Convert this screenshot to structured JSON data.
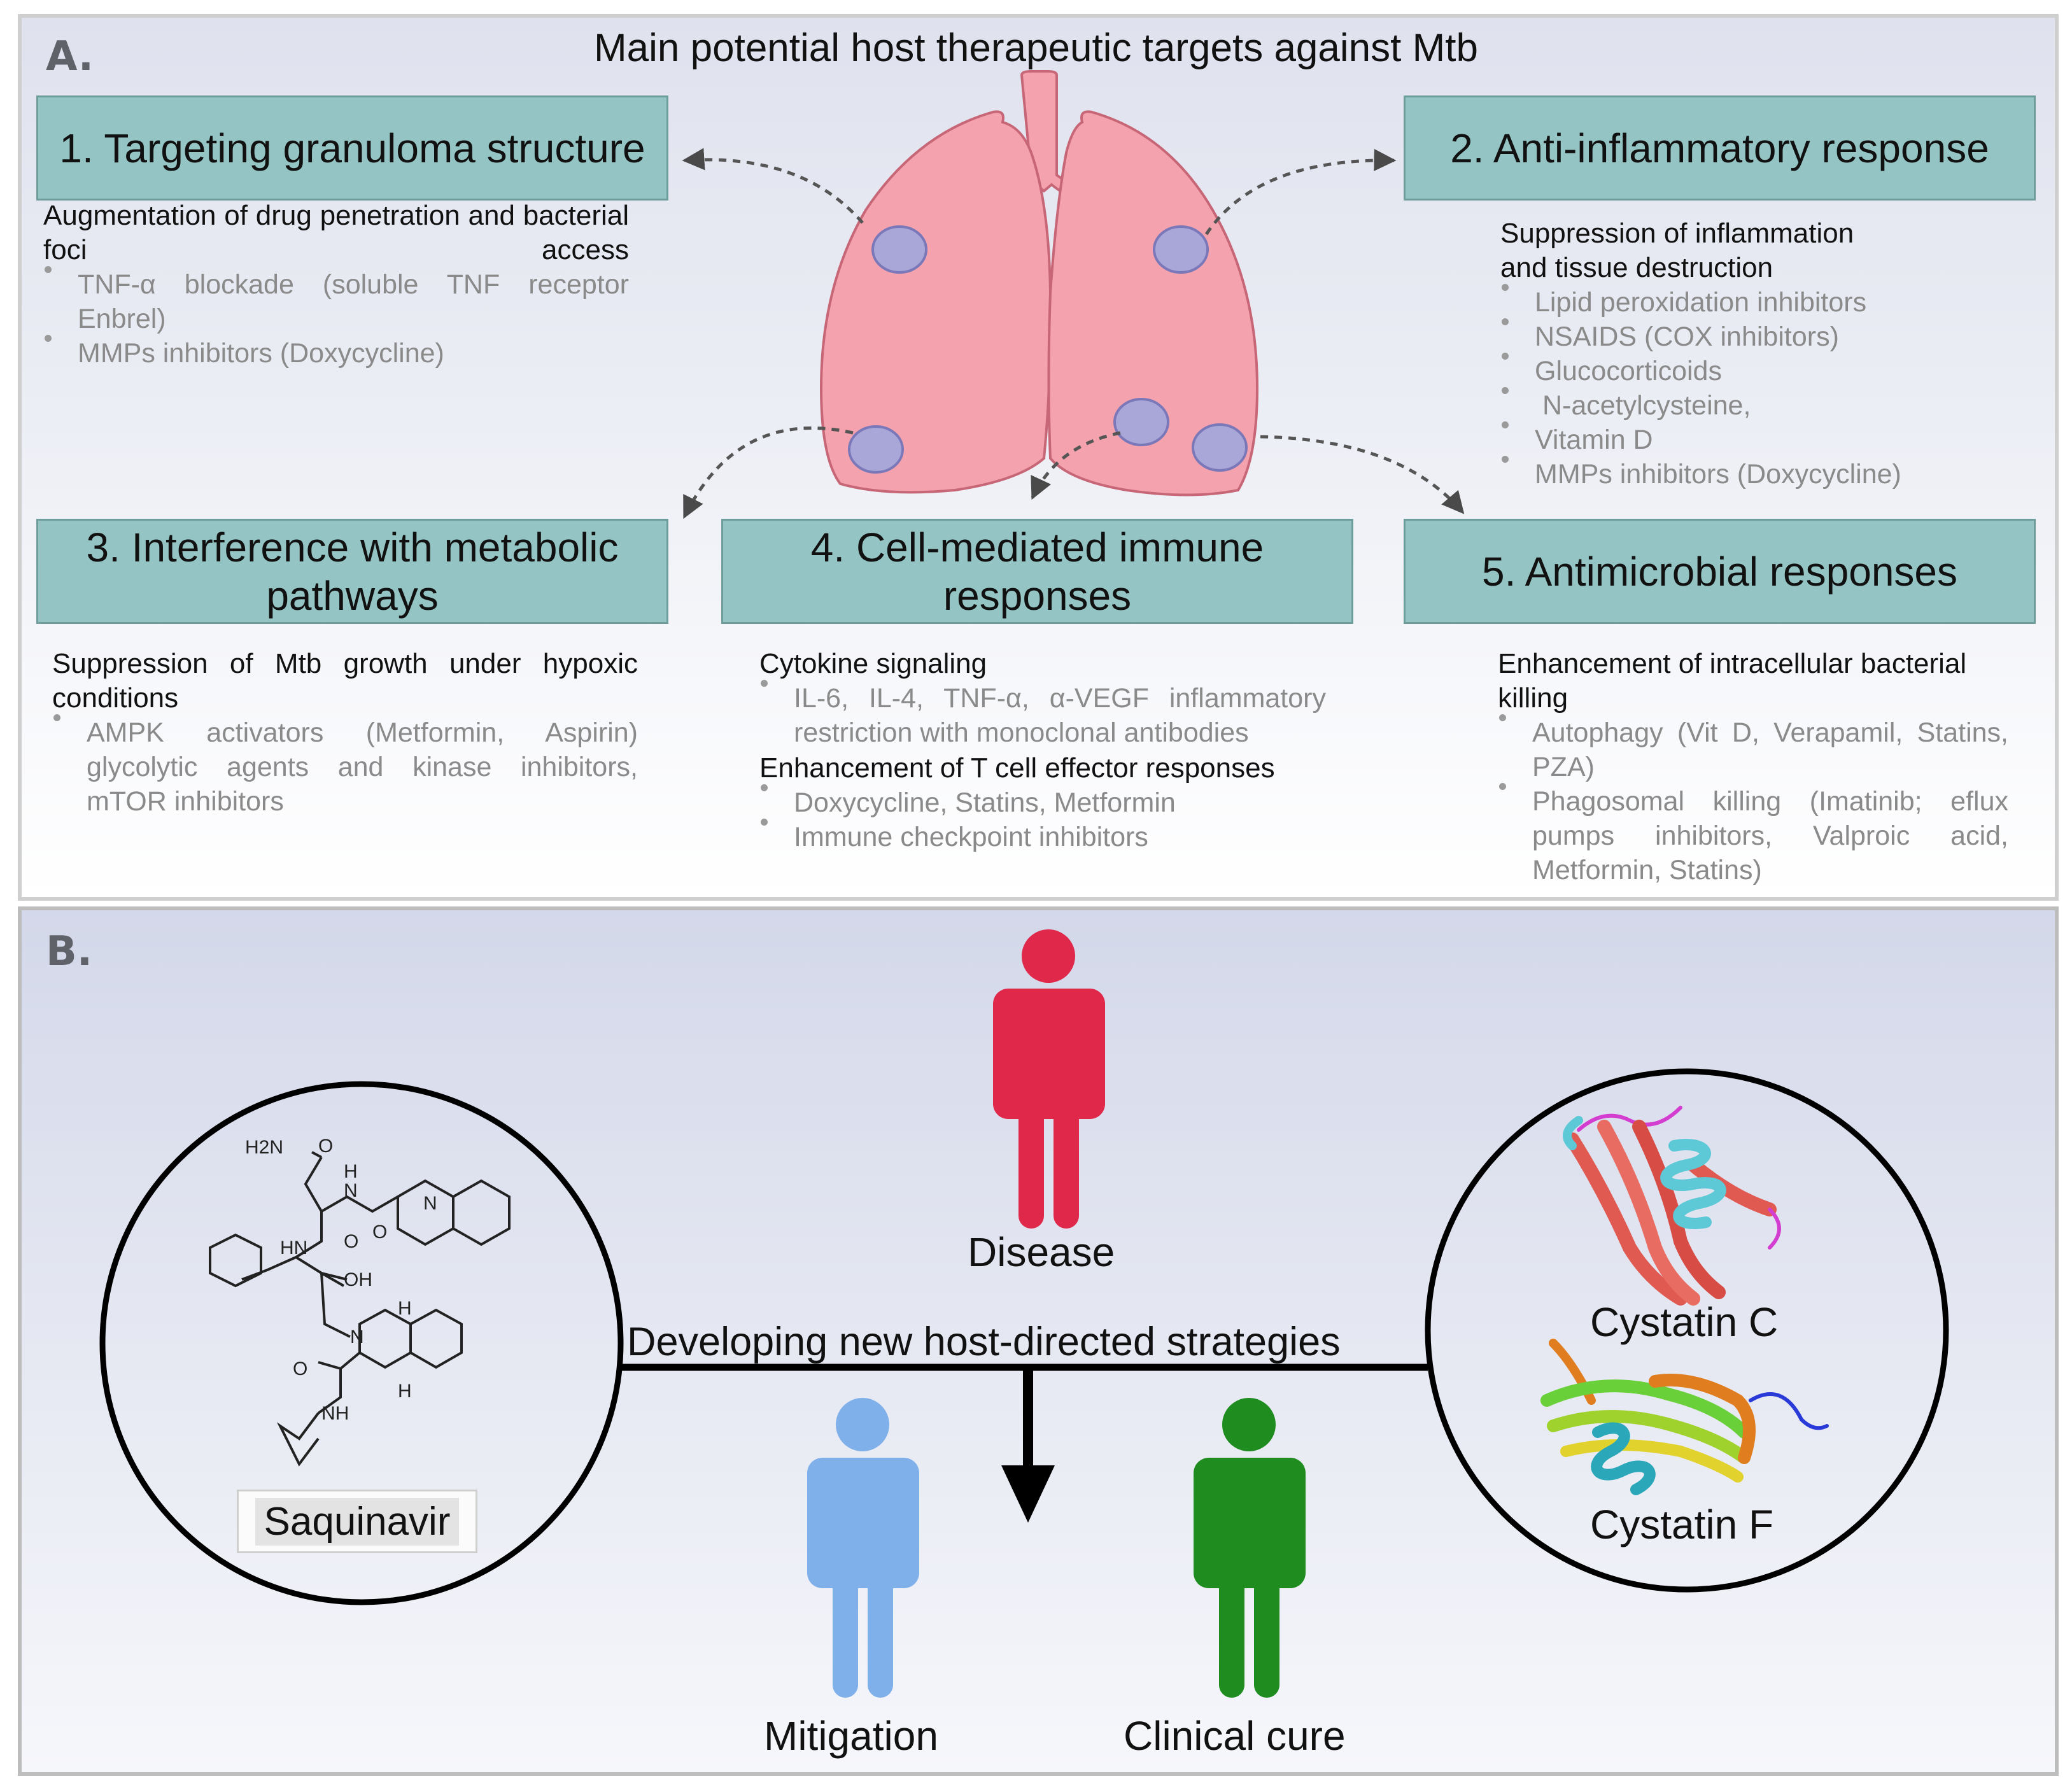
{
  "panel_a": {
    "label": "A.",
    "title": "Main potential host therapeutic targets against Mtb",
    "boxes": [
      {
        "title": "1. Targeting granuloma structure",
        "subtitle": "Augmentation of drug penetration and bacterial foci access",
        "items": [
          "TNF-α blockade (soluble TNF receptor Enbrel)",
          "MMPs inhibitors (Doxycycline)"
        ]
      },
      {
        "title": "2. Anti-inflammatory response",
        "subtitle": "Suppression of inflammation and tissue destruction",
        "items": [
          "Lipid peroxidation inhibitors",
          "NSAIDS (COX inhibitors)",
          "Glucocorticoids",
          "N-acetylcysteine,",
          "Vitamin D",
          "MMPs inhibitors (Doxycycline)"
        ]
      },
      {
        "title": "3. Interference with metabolic pathways",
        "subtitle": "Suppression of Mtb growth under hypoxic conditions",
        "items": [
          "AMPK activators (Metformin, Aspirin) glycolytic agents and kinase inhibitors, mTOR inhibitors"
        ]
      },
      {
        "title": "4. Cell-mediated immune responses",
        "groups": [
          {
            "subtitle": "Cytokine signaling",
            "items": [
              "IL-6, IL-4, TNF-α, α-VEGF inflammatory restriction with monoclonal antibodies"
            ]
          },
          {
            "subtitle": "Enhancement of T cell effector responses",
            "items": [
              "Doxycycline, Statins, Metformin",
              "Immune checkpoint inhibitors"
            ]
          }
        ]
      },
      {
        "title": "5. Antimicrobial responses",
        "subtitle": "Enhancement of intracellular bacterial killing",
        "items": [
          "Autophagy (Vit D, Verapamil, Statins, PZA)",
          "Phagosomal killing (Imatinib; eflux pumps inhibitors, Valproic acid, Metformin, Statins)"
        ]
      }
    ]
  },
  "panel_b": {
    "label": "B.",
    "center_label": "Developing new host-directed strategies",
    "people": {
      "disease": "Disease",
      "mitigation": "Mitigation",
      "cure": "Clinical cure"
    },
    "drug_label": "Saquinavir",
    "molecule_atoms": {
      "amide": "H2N",
      "o1": "O",
      "nh1": "H",
      "n1": "N",
      "n_quin": "N",
      "o2": "O",
      "hn": "HN",
      "o3": "O",
      "oh": "OH",
      "h1": "H",
      "n_ring": "N",
      "h2": "H",
      "o4": "O",
      "nh2": "NH"
    },
    "proteins": [
      "Cystatin C",
      "Cystatin F"
    ]
  },
  "colors": {
    "box_fill": "#94c4c3",
    "lung": "#f4a2ad",
    "granuloma": "#a8a7d8",
    "disease": "#e0284a",
    "mitigation": "#7fb0ea",
    "cure": "#1e8c1e"
  }
}
